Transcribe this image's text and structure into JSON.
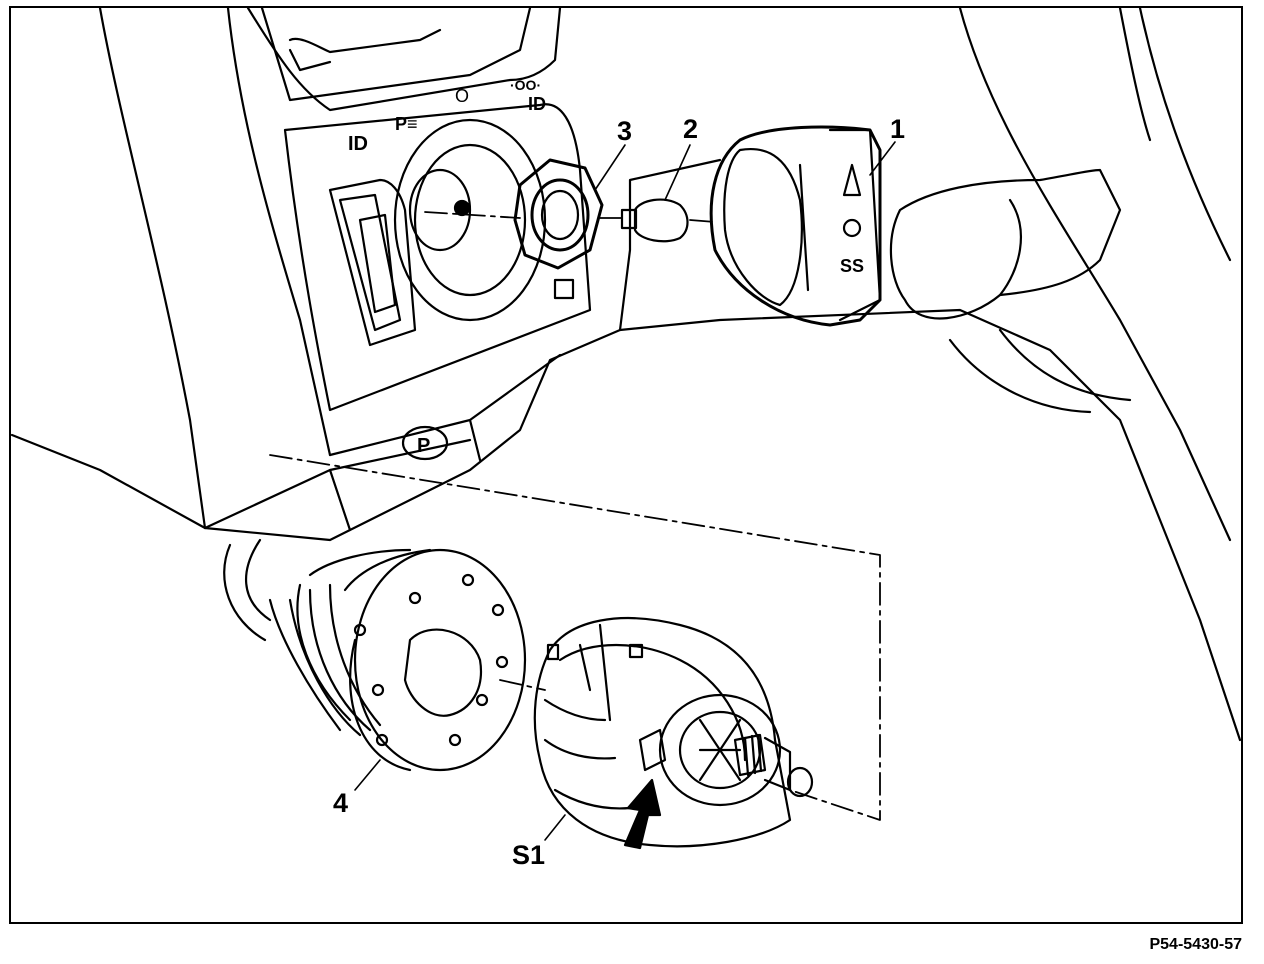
{
  "callouts": {
    "c1": "1",
    "c2": "2",
    "c3": "3",
    "c4": "4",
    "s1": "S1"
  },
  "figure_ref": "P54-5430-57",
  "colors": {
    "ink": "#000000",
    "paper": "#ffffff",
    "shade": "#d9d9d9"
  }
}
